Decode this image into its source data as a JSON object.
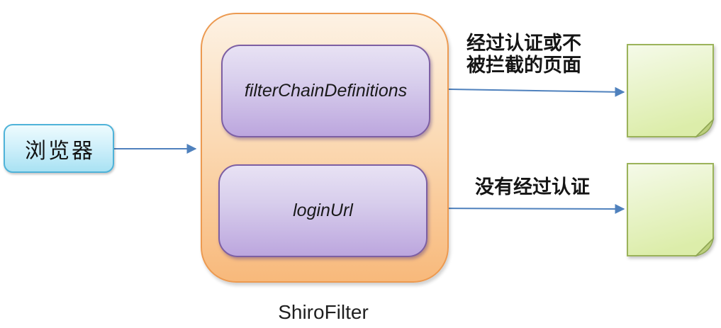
{
  "diagram": {
    "browser_label": "浏览器",
    "container_caption": "ShiroFilter",
    "filter_chain_label": "filterChainDefinitions",
    "login_url_label": "loginUrl",
    "authenticated_label_line1": "经过认证或不",
    "authenticated_label_line2": "被拦截的页面",
    "unauthenticated_label": "没有经过认证"
  },
  "colors": {
    "arrow_blue": "#4f81bd",
    "browser_border": "#4fb3d9",
    "container_border": "#ec9a51",
    "inner_box_border": "#7d5fa3",
    "note_border": "#9bb35a",
    "note_fill_top": "#f5fae9",
    "note_fill_bottom": "#dcedaa",
    "text": "#1a1a1a"
  }
}
